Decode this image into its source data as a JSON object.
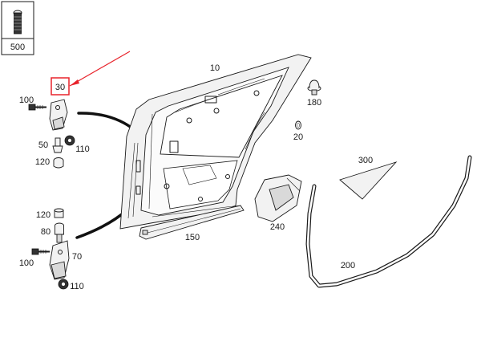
{
  "callouts": {
    "p10": "10",
    "p20": "20",
    "p30": "30",
    "p50": "50",
    "p70": "70",
    "p80": "80",
    "p100a": "100",
    "p100b": "100",
    "p110a": "110",
    "p110b": "110",
    "p120a": "120",
    "p120b": "120",
    "p150": "150",
    "p180": "180",
    "p200": "200",
    "p240": "240",
    "p300": "300",
    "p500": "500"
  },
  "highlight": {
    "part": "30",
    "color": "#e8232b"
  }
}
